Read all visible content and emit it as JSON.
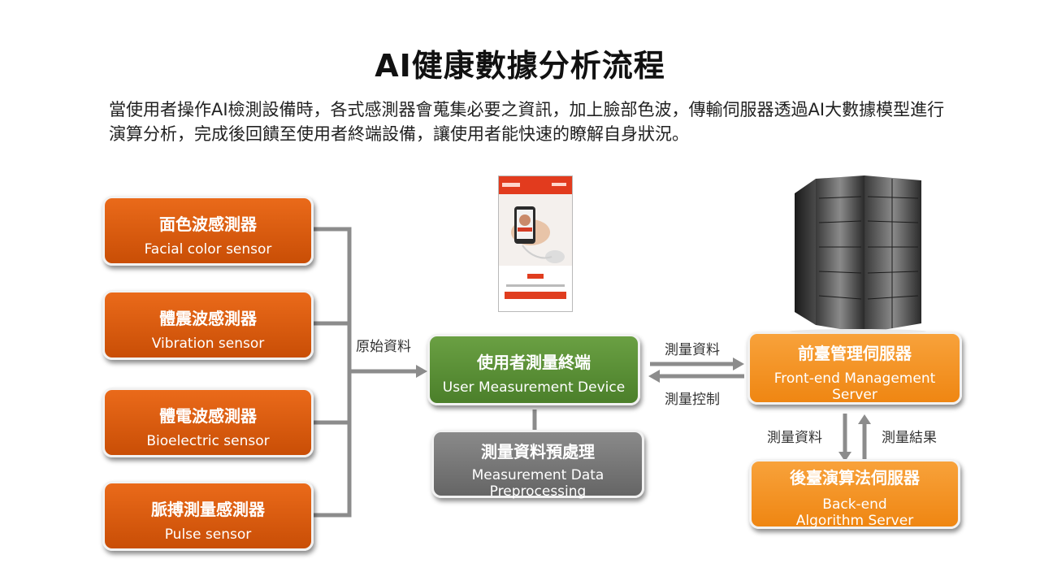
{
  "title": "AI健康數據分析流程",
  "description": "當使用者操作AI檢測設備時，各式感測器會蒐集必要之資訊，加上臉部色波，傳輸伺服器透過AI大數據模型進行演算分析，完成後回饋至使用者終端設備，讓使用者能快速的瞭解自身狀況。",
  "sensors": [
    {
      "zh": "面色波感測器",
      "en": "Facial color sensor"
    },
    {
      "zh": "體震波感測器",
      "en": "Vibration sensor"
    },
    {
      "zh": "體電波感測器",
      "en": "Bioelectric sensor"
    },
    {
      "zh": "脈搏測量感測器",
      "en": "Pulse sensor"
    }
  ],
  "device": {
    "zh": "使用者測量終端",
    "en": "User Measurement Device"
  },
  "preprocess": {
    "zh": "測量資料預處理",
    "en_line1": "Measurement Data",
    "en_line2": "Preprocessing"
  },
  "frontend": {
    "zh": "前臺管理伺服器",
    "en_line1": "Front-end Management",
    "en_line2": "Server"
  },
  "backend": {
    "zh": "後臺演算法伺服器",
    "en_line1": "Back-end",
    "en_line2": "Algorithm Server"
  },
  "labels": {
    "raw_data": "原始資料",
    "meas_data_right": "測量資料",
    "meas_control": "測量控制",
    "meas_data_down": "測量資料",
    "meas_result": "測量結果"
  },
  "colors": {
    "sensor": "#d9600f",
    "device": "#5a9036",
    "preprocess": "#777777",
    "server": "#f5961f",
    "connector": "#8c8c8c"
  },
  "images": {
    "phone": "phone-app-screenshot",
    "server": "server-rack-photo"
  }
}
